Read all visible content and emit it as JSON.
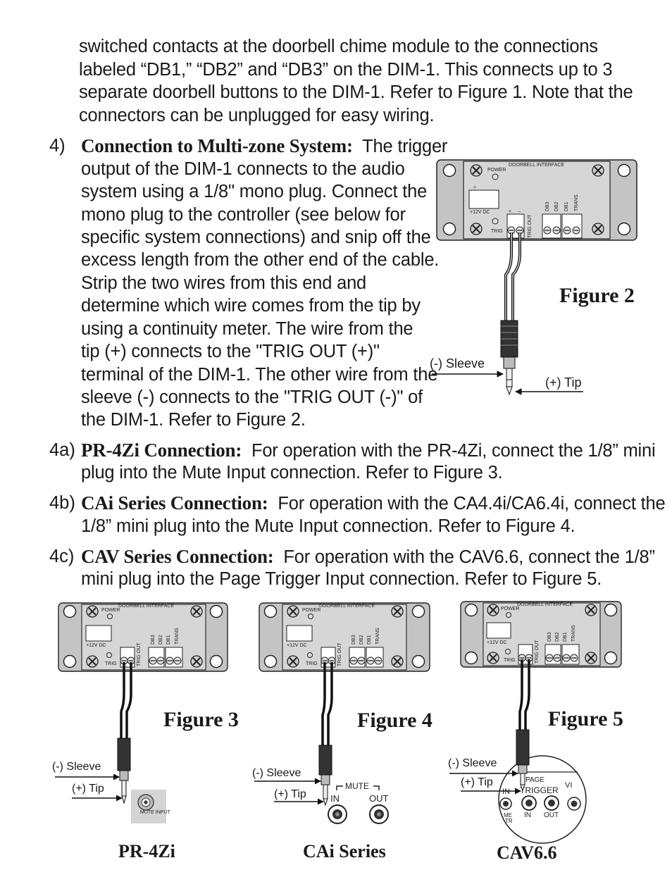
{
  "intro": [
    "switched contacts at the doorbell chime module to the connections",
    "labeled “DB1,” “DB2” and “DB3” on the DIM-1. This connects up to 3",
    "separate doorbell buttons to the DIM-1. Refer to Figure 1. Note that the",
    "connectors can be unplugged for easy wiring."
  ],
  "step4": {
    "num": "4)",
    "title": "Connection to Multi-zone System:",
    "lines": [
      "The trigger",
      "output of the DIM-1 connects to the audio",
      "system using a 1/8\" mono plug. Connect the",
      "mono plug to the controller (see below for",
      "specific system connections) and snip off the",
      "excess length from the other end of the cable.",
      "Strip the two wires from this end and",
      "determine which wire comes from the tip by",
      "using a continuity meter. The wire from the",
      "tip (+) connects to the \"TRIG OUT (+)\"",
      "terminal of the DIM-1. The other wire from the",
      "sleeve (-) connects to the \"TRIG OUT (-)\" of",
      "the DIM-1. Refer to Figure 2."
    ]
  },
  "step4a": {
    "num": "4a)",
    "title": "PR-4Zi Connection:",
    "line1": "For operation with the PR-4Zi, connect the 1/8” mini",
    "line2": "plug into the Mute Input connection. Refer to Figure 3."
  },
  "step4b": {
    "num": "4b)",
    "title": "CAi Series Connection:",
    "line1": "For operation with the CA4.4i/CA6.4i, connect the",
    "line2": "1/8” mini plug into the Mute Input connection. Refer to Figure 4."
  },
  "step4c": {
    "num": "4c)",
    "title": "CAV Series Connection:",
    "line1": "For operation with the CAV6.6, connect the 1/8”",
    "line2": "mini plug into the Page Trigger Input connection. Refer to Figure 5."
  },
  "figures": {
    "fig2": "Figure 2",
    "fig3": "Figure 3",
    "fig4": "Figure 4",
    "fig5": "Figure 5"
  },
  "labels": {
    "sleeve": "(-) Sleeve",
    "tip": "(+) Tip"
  },
  "captions": {
    "pr4zi": "PR-4Zi",
    "cai": "CAi Series",
    "cav": "CAV6.6"
  },
  "module": {
    "title": "DOORBELL INTERFACE",
    "power": "POWER",
    "dc": "+12V DC",
    "trig": "TRIG",
    "trig_out": "TRIG OUT",
    "db3": "DB3",
    "db2": "DB2",
    "db1": "DB1",
    "trans": "TRANS",
    "plus": "+",
    "minus": "–"
  },
  "jacks": {
    "mute_label": "MUTE",
    "mute_input": "MUTE INPUT",
    "in": "IN",
    "out": "OUT",
    "page": "PAGE",
    "trigger": "TRIGGER",
    "vi": "VI",
    "me": "ME",
    "tr": "TR"
  }
}
